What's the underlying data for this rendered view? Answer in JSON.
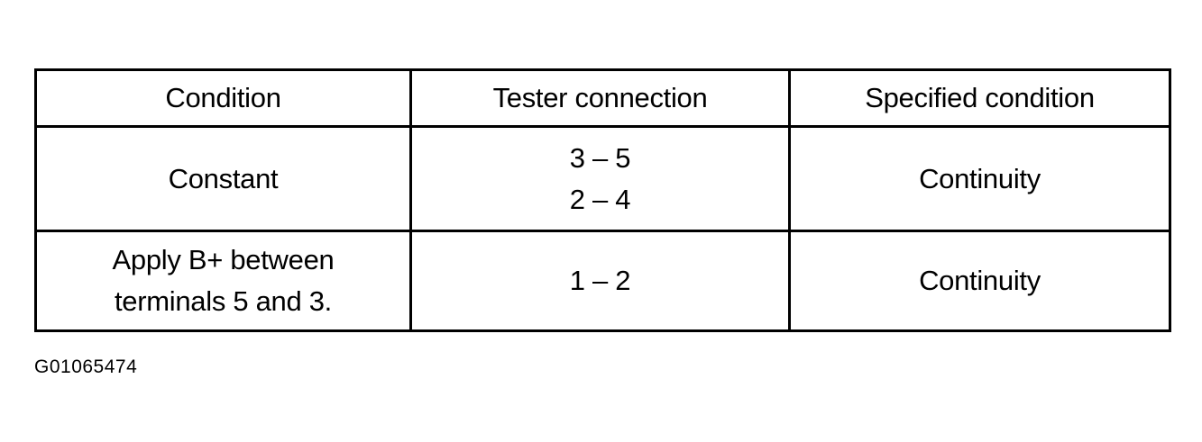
{
  "table": {
    "headers": [
      "Condition",
      "Tester connection",
      "Specified condition"
    ],
    "rows": [
      {
        "condition": [
          "Constant"
        ],
        "tester_connection": [
          "3 – 5",
          "2 – 4"
        ],
        "specified_condition": [
          "Continuity"
        ]
      },
      {
        "condition": [
          "Apply B+ between",
          "terminals 5 and 3."
        ],
        "tester_connection": [
          "1 – 2"
        ],
        "specified_condition": [
          "Continuity"
        ]
      }
    ]
  },
  "figure_id": "G01065474"
}
